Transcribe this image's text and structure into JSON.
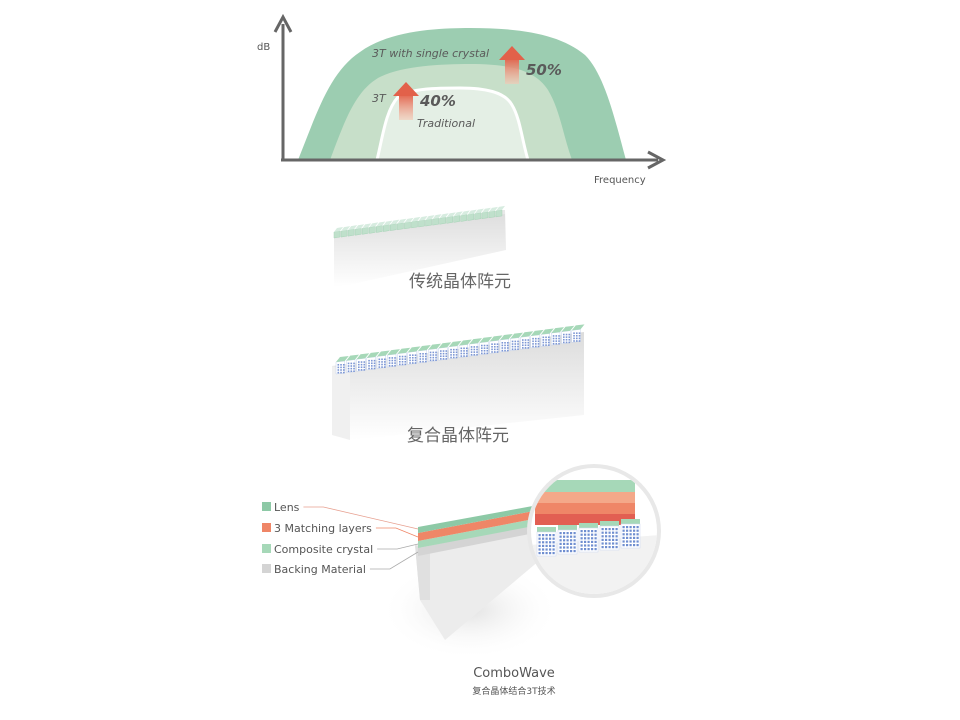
{
  "chart": {
    "y_label": "dB",
    "x_label": "Frequency",
    "curves": {
      "outer_label": "3T with single crystal",
      "middle_label": "3T",
      "inner_label": "Traditional"
    },
    "gain_middle": "40%",
    "gain_outer": "50%"
  },
  "arrays": {
    "traditional_caption": "传统晶体阵元",
    "composite_caption": "复合晶体阵元"
  },
  "combowave": {
    "legend": [
      {
        "label": "Lens",
        "color": "#8dc9a6"
      },
      {
        "label": "3 Matching layers",
        "color": "#ef8667"
      },
      {
        "label": "Composite crystal",
        "color": "#a6d8b8"
      },
      {
        "label": "Backing Material",
        "color": "#d4d4d4"
      }
    ],
    "title": "ComboWave",
    "subtitle": "复合晶体结合3T技术"
  },
  "colors": {
    "outer_band": "#9ccdb1",
    "middle_band": "#c7dfc9",
    "inner_band": "#e4efe5",
    "arrow": "#e06a50",
    "axis": "#666666"
  }
}
